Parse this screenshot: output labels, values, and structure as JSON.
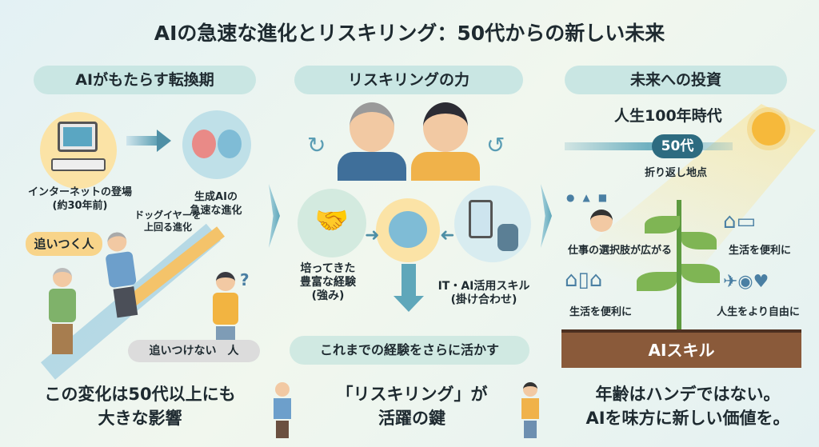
{
  "title": "AIの急速な進化とリスキリング：50代からの新しい未来",
  "col1": {
    "header": "AIがもたらす転換期",
    "internet": "インターネットの登場",
    "internet_sub": "(約30年前)",
    "genai": "生成AIの",
    "genai_sub": "急速な進化",
    "dogyear": "ドッグイヤーを",
    "dogyear_sub": "上回る進化",
    "catch_up": "追いつく人",
    "not_catch_up": "追いつけない　人",
    "question": "?",
    "footer1": "この変化は50代以上にも",
    "footer2": "大きな影響"
  },
  "col2": {
    "header": "リスキリングの力",
    "experience": "培ってきた",
    "experience2": "豊富な経験",
    "experience3": "(強み)",
    "it_skill": "IT・AI活用スキル",
    "it_skill2": "(掛け合わせ)",
    "leverage": "これまでの経験をさらに活かす",
    "footer1": "「リスキリング」が",
    "footer2": "活躍の鍵"
  },
  "col3": {
    "header": "未来への投資",
    "era": "人生100年時代",
    "age": "50代",
    "turning": "折り返し地点",
    "jobs": "仕事の選択肢が広がる",
    "life1": "生活を便利に",
    "life2": "生活を便利に",
    "freedom": "人生をより自由に",
    "soil": "AIスキル",
    "footer1": "年齢はハンデではない。",
    "footer2": "AIを味方に新しい価値を。"
  },
  "colors": {
    "pill": "#c9e6e3",
    "accent": "#2d6b80",
    "sun": "#f6b93b",
    "soil": "#8a5a3a"
  }
}
